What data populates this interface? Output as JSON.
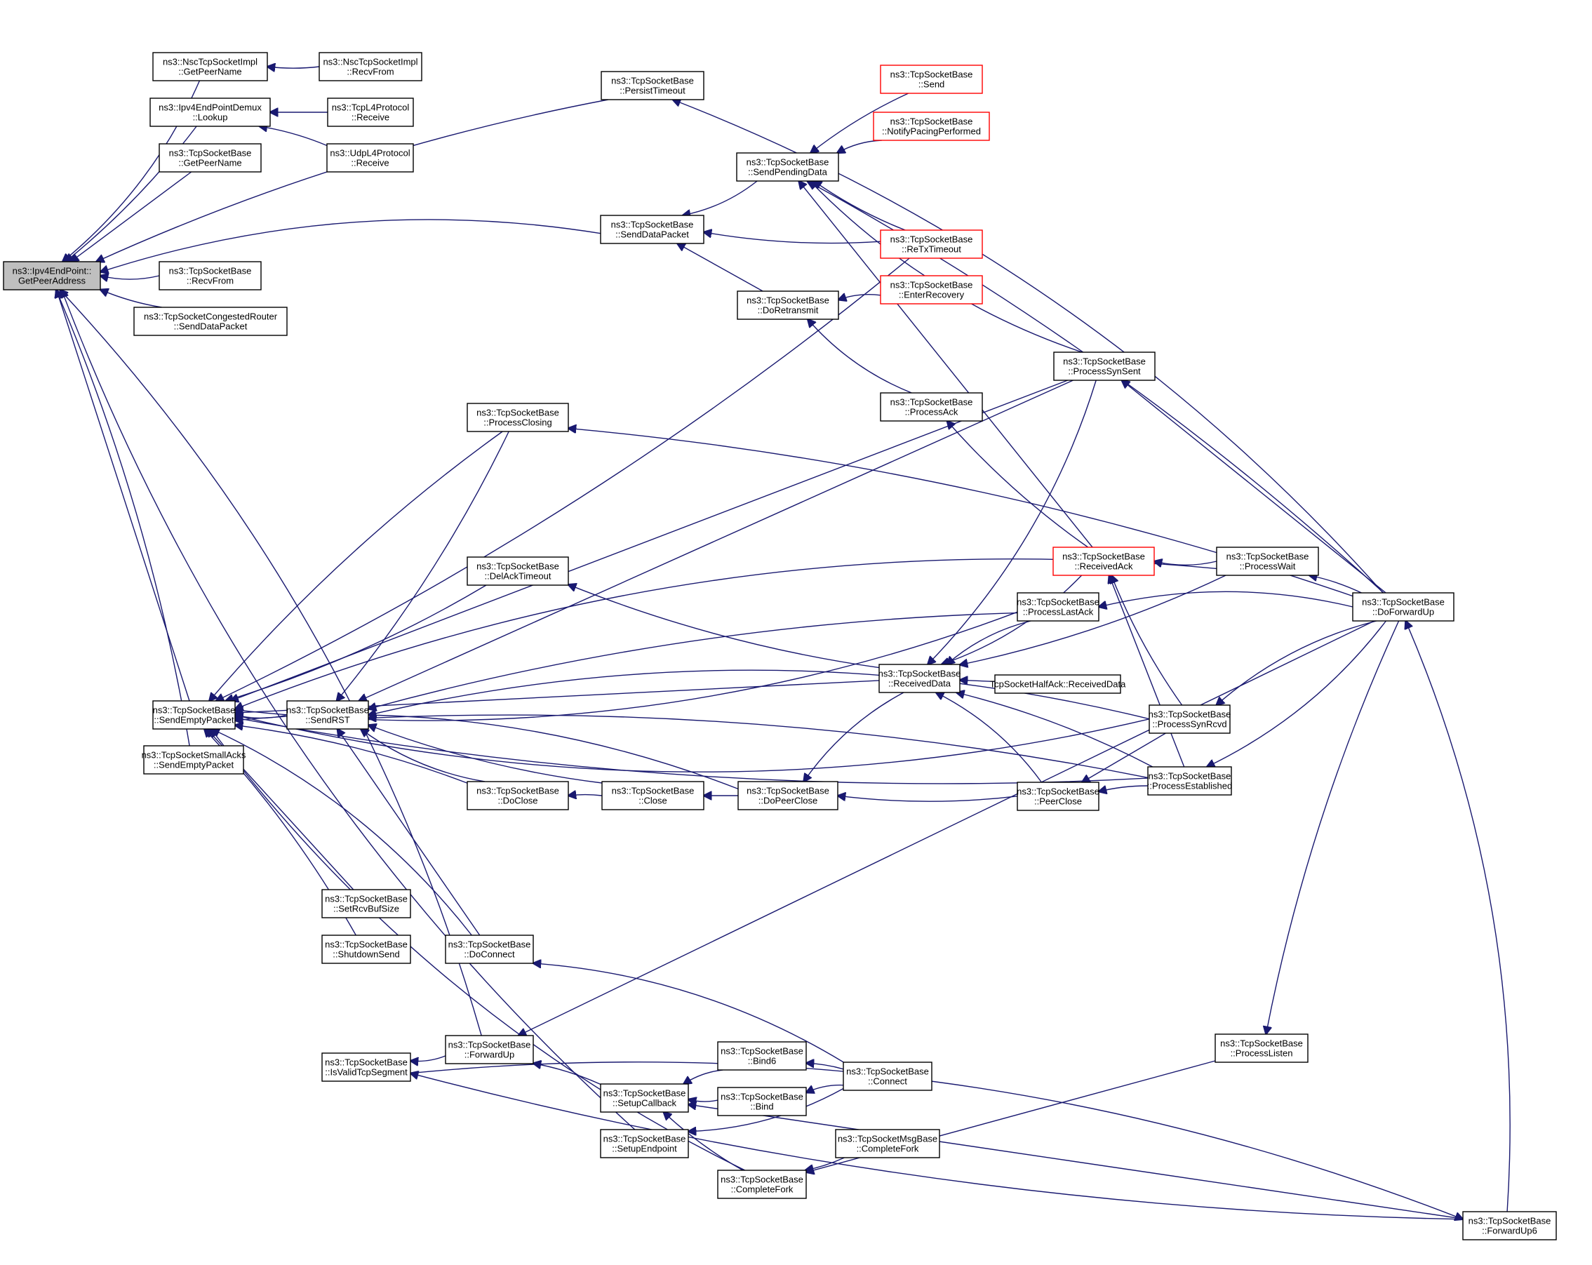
{
  "title": "ns3::Ipv4EndPoint::GetPeerAddress caller graph",
  "colors": {
    "edge": "#191970",
    "root_fill": "#bfbfbf",
    "truncated_border": "#ff0000",
    "node_border": "#000000"
  },
  "nodes": [
    {
      "id": "root",
      "lines": [
        "ns3::Ipv4EndPoint::",
        "GetPeerAddress"
      ],
      "style": "root"
    },
    {
      "id": "nsc_getpeername",
      "lines": [
        "ns3::NscTcpSocketImpl",
        "::GetPeerName"
      ]
    },
    {
      "id": "nsc_recvfrom",
      "lines": [
        "ns3::NscTcpSocketImpl",
        "::RecvFrom"
      ]
    },
    {
      "id": "ipv4_lookup",
      "lines": [
        "ns3::Ipv4EndPointDemux",
        "::Lookup"
      ]
    },
    {
      "id": "tcpl4_receive",
      "lines": [
        "ns3::TcpL4Protocol",
        "::Receive"
      ]
    },
    {
      "id": "udpl4_receive",
      "lines": [
        "ns3::UdpL4Protocol",
        "::Receive"
      ]
    },
    {
      "id": "tsb_getpeername",
      "lines": [
        "ns3::TcpSocketBase",
        "::GetPeerName"
      ]
    },
    {
      "id": "tsb_recvfrom",
      "lines": [
        "ns3::TcpSocketBase",
        "::RecvFrom"
      ]
    },
    {
      "id": "congested_senddata",
      "lines": [
        "ns3::TcpSocketCongestedRouter",
        "::SendDataPacket"
      ]
    },
    {
      "id": "persisttimeout",
      "lines": [
        "ns3::TcpSocketBase",
        "::PersistTimeout"
      ]
    },
    {
      "id": "sendpendingdata",
      "lines": [
        "ns3::TcpSocketBase",
        "::SendPendingData"
      ]
    },
    {
      "id": "send",
      "lines": [
        "ns3::TcpSocketBase",
        "::Send"
      ],
      "style": "red"
    },
    {
      "id": "notifypacing",
      "lines": [
        "ns3::TcpSocketBase",
        "::NotifyPacingPerformed"
      ],
      "style": "red"
    },
    {
      "id": "senddatapacket",
      "lines": [
        "ns3::TcpSocketBase",
        "::SendDataPacket"
      ]
    },
    {
      "id": "retxtimeout",
      "lines": [
        "ns3::TcpSocketBase",
        "::ReTxTimeout"
      ],
      "style": "red"
    },
    {
      "id": "doretransmit",
      "lines": [
        "ns3::TcpSocketBase",
        "::DoRetransmit"
      ]
    },
    {
      "id": "enterrecovery",
      "lines": [
        "ns3::TcpSocketBase",
        "::EnterRecovery"
      ],
      "style": "red"
    },
    {
      "id": "processack",
      "lines": [
        "ns3::TcpSocketBase",
        "::ProcessAck"
      ]
    },
    {
      "id": "processsynsent",
      "lines": [
        "ns3::TcpSocketBase",
        "::ProcessSynSent"
      ]
    },
    {
      "id": "processclosing",
      "lines": [
        "ns3::TcpSocketBase",
        "::ProcessClosing"
      ]
    },
    {
      "id": "delacktimeout",
      "lines": [
        "ns3::TcpSocketBase",
        "::DelAckTimeout"
      ]
    },
    {
      "id": "receivedack",
      "lines": [
        "ns3::TcpSocketBase",
        "::ReceivedAck"
      ],
      "style": "red"
    },
    {
      "id": "processwait",
      "lines": [
        "ns3::TcpSocketBase",
        "::ProcessWait"
      ]
    },
    {
      "id": "processlastack",
      "lines": [
        "ns3::TcpSocketBase",
        "::ProcessLastAck"
      ]
    },
    {
      "id": "doforwardup",
      "lines": [
        "ns3::TcpSocketBase",
        "::DoForwardUp"
      ]
    },
    {
      "id": "receiveddata",
      "lines": [
        "ns3::TcpSocketBase",
        "::ReceivedData"
      ]
    },
    {
      "id": "halfack_receiveddata",
      "lines": [
        "TcpSocketHalfAck::ReceivedData"
      ]
    },
    {
      "id": "processsynrcvd",
      "lines": [
        "ns3::TcpSocketBase",
        "::ProcessSynRcvd"
      ]
    },
    {
      "id": "processestablished",
      "lines": [
        "ns3::TcpSocketBase",
        "::ProcessEstablished"
      ]
    },
    {
      "id": "peerclose",
      "lines": [
        "ns3::TcpSocketBase",
        "::PeerClose"
      ]
    },
    {
      "id": "sendemptypacket",
      "lines": [
        "ns3::TcpSocketBase",
        "::SendEmptyPacket"
      ]
    },
    {
      "id": "sendrst",
      "lines": [
        "ns3::TcpSocketBase",
        "::SendRST"
      ]
    },
    {
      "id": "smallacks_sendempty",
      "lines": [
        "ns3::TcpSocketSmallAcks",
        "::SendEmptyPacket"
      ]
    },
    {
      "id": "doclose",
      "lines": [
        "ns3::TcpSocketBase",
        "::DoClose"
      ]
    },
    {
      "id": "close",
      "lines": [
        "ns3::TcpSocketBase",
        "::Close"
      ]
    },
    {
      "id": "dopeerclose",
      "lines": [
        "ns3::TcpSocketBase",
        "::DoPeerClose"
      ]
    },
    {
      "id": "setrcvbufsize",
      "lines": [
        "ns3::TcpSocketBase",
        "::SetRcvBufSize"
      ]
    },
    {
      "id": "shutdownsend",
      "lines": [
        "ns3::TcpSocketBase",
        "::ShutdownSend"
      ]
    },
    {
      "id": "doconnect",
      "lines": [
        "ns3::TcpSocketBase",
        "::DoConnect"
      ]
    },
    {
      "id": "forwardup",
      "lines": [
        "ns3::TcpSocketBase",
        "::ForwardUp"
      ]
    },
    {
      "id": "isvalidtcpsegment",
      "lines": [
        "ns3::TcpSocketBase",
        "::IsValidTcpSegment"
      ]
    },
    {
      "id": "setupcallback",
      "lines": [
        "ns3::TcpSocketBase",
        "::SetupCallback"
      ]
    },
    {
      "id": "bind6",
      "lines": [
        "ns3::TcpSocketBase",
        "::Bind6"
      ]
    },
    {
      "id": "bind",
      "lines": [
        "ns3::TcpSocketBase",
        "::Bind"
      ]
    },
    {
      "id": "connect",
      "lines": [
        "ns3::TcpSocketBase",
        "::Connect"
      ]
    },
    {
      "id": "setupendpoint",
      "lines": [
        "ns3::TcpSocketBase",
        "::SetupEndpoint"
      ]
    },
    {
      "id": "msgbase_completefork",
      "lines": [
        "ns3::TcpSocketMsgBase",
        "::CompleteFork"
      ]
    },
    {
      "id": "completefork",
      "lines": [
        "ns3::TcpSocketBase",
        "::CompleteFork"
      ]
    },
    {
      "id": "processlisten",
      "lines": [
        "ns3::TcpSocketBase",
        "::ProcessListen"
      ]
    },
    {
      "id": "forwardup6",
      "lines": [
        "ns3::TcpSocketBase",
        "::ForwardUp6"
      ]
    }
  ],
  "edges": [
    [
      "nsc_getpeername",
      "root"
    ],
    [
      "ipv4_lookup",
      "root"
    ],
    [
      "tsb_getpeername",
      "root"
    ],
    [
      "persisttimeout",
      "root"
    ],
    [
      "senddatapacket",
      "root"
    ],
    [
      "tsb_recvfrom",
      "root"
    ],
    [
      "congested_senddata",
      "root"
    ],
    [
      "sendemptypacket",
      "root"
    ],
    [
      "smallacks_sendempty",
      "root"
    ],
    [
      "forwardup",
      "root"
    ],
    [
      "setupendpoint",
      "root"
    ],
    [
      "nsc_recvfrom",
      "nsc_getpeername"
    ],
    [
      "tcpl4_receive",
      "ipv4_lookup"
    ],
    [
      "udpl4_receive",
      "ipv4_lookup"
    ],
    [
      "doforwardup",
      "persisttimeout"
    ],
    [
      "sendpendingdata",
      "senddatapacket"
    ],
    [
      "retxtimeout",
      "senddatapacket"
    ],
    [
      "doretransmit",
      "senddatapacket"
    ],
    [
      "send",
      "sendpendingdata"
    ],
    [
      "notifypacing",
      "sendpendingdata"
    ],
    [
      "processsynsent",
      "sendpendingdata"
    ],
    [
      "retxtimeout",
      "sendpendingdata"
    ],
    [
      "receivedack",
      "sendpendingdata"
    ],
    [
      "doforwardup",
      "sendpendingdata"
    ],
    [
      "enterrecovery",
      "doretransmit"
    ],
    [
      "processack",
      "doretransmit"
    ],
    [
      "receivedack",
      "processack"
    ],
    [
      "doforwardup",
      "processsynsent"
    ],
    [
      "doforwardup",
      "processclosing"
    ],
    [
      "doforwardup",
      "processlastack"
    ],
    [
      "processwait",
      "receivedack"
    ],
    [
      "processsynrcvd",
      "receivedack"
    ],
    [
      "processestablished",
      "receivedack"
    ],
    [
      "doforwardup",
      "processwait"
    ],
    [
      "processlastack",
      "receiveddata"
    ],
    [
      "receivedack",
      "receiveddata"
    ],
    [
      "processwait",
      "receiveddata"
    ],
    [
      "halfack_receiveddata",
      "receiveddata"
    ],
    [
      "processestablished",
      "receiveddata"
    ],
    [
      "peerclose",
      "receiveddata"
    ],
    [
      "processsynsent",
      "receiveddata"
    ],
    [
      "receiveddata",
      "delacktimeout"
    ],
    [
      "processsynrcvd",
      "peerclose"
    ],
    [
      "processestablished",
      "peerclose"
    ],
    [
      "doforwardup",
      "processsynrcvd"
    ],
    [
      "doforwardup",
      "processestablished"
    ],
    [
      "peerclose",
      "dopeerclose"
    ],
    [
      "dopeerclose",
      "close"
    ],
    [
      "close",
      "doclose"
    ],
    [
      "receiveddata",
      "dopeerclose"
    ],
    [
      "sendrst",
      "sendemptypacket"
    ],
    [
      "retxtimeout",
      "sendemptypacket"
    ],
    [
      "processsynsent",
      "sendemptypacket"
    ],
    [
      "processclosing",
      "sendemptypacket"
    ],
    [
      "processwait",
      "sendemptypacket"
    ],
    [
      "processlastack",
      "sendemptypacket"
    ],
    [
      "delacktimeout",
      "sendemptypacket"
    ],
    [
      "receiveddata",
      "sendemptypacket"
    ],
    [
      "doclose",
      "sendemptypacket"
    ],
    [
      "dopeerclose",
      "sendemptypacket"
    ],
    [
      "processsynrcvd",
      "sendemptypacket"
    ],
    [
      "processestablished",
      "sendemptypacket"
    ],
    [
      "setrcvbufsize",
      "sendemptypacket"
    ],
    [
      "shutdownsend",
      "sendemptypacket"
    ],
    [
      "doconnect",
      "sendemptypacket"
    ],
    [
      "completefork",
      "sendemptypacket"
    ],
    [
      "processclosing",
      "sendrst"
    ],
    [
      "processsynsent",
      "sendrst"
    ],
    [
      "processlastack",
      "sendrst"
    ],
    [
      "processsynrcvd",
      "sendrst"
    ],
    [
      "doclose",
      "sendrst"
    ],
    [
      "close",
      "sendrst"
    ],
    [
      "doconnect",
      "sendrst"
    ],
    [
      "processestablished",
      "sendrst"
    ],
    [
      "connect",
      "doconnect"
    ],
    [
      "forwardup",
      "isvalidtcpsegment"
    ],
    [
      "forwardup6",
      "isvalidtcpsegment"
    ],
    [
      "doforwardup",
      "forwardup"
    ],
    [
      "setupcallback",
      "forwardup"
    ],
    [
      "bind6",
      "setupcallback"
    ],
    [
      "bind",
      "setupcallback"
    ],
    [
      "completefork",
      "setupcallback"
    ],
    [
      "forwardup6",
      "setupcallback"
    ],
    [
      "connect",
      "bind6"
    ],
    [
      "connect",
      "bind"
    ],
    [
      "connect",
      "setupendpoint"
    ],
    [
      "msgbase_completefork",
      "completefork"
    ],
    [
      "processlisten",
      "completefork"
    ],
    [
      "doforwardup",
      "processlisten"
    ],
    [
      "forwardup6",
      "doforwardup"
    ],
    [
      "isvalidtcpsegment",
      "forwardup6"
    ]
  ]
}
